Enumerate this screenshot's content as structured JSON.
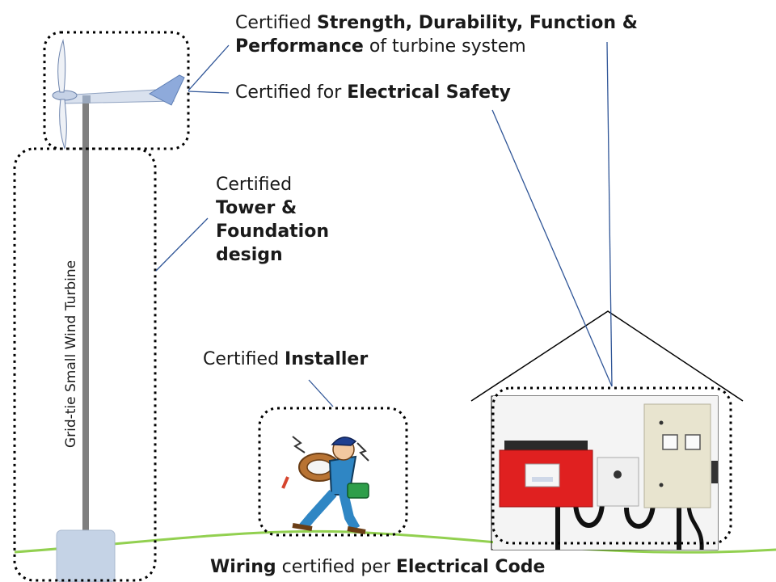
{
  "labels": {
    "strength_prefix": "Certified ",
    "strength_bold_1": "Strength, Durability, Function &",
    "strength_bold_2": "Performance",
    "strength_suffix": " of turbine system",
    "safety_prefix": "Certified for ",
    "safety_bold": "Electrical Safety",
    "tower_line_1": "Certified",
    "tower_bold_1": "Tower &",
    "tower_bold_2": "Foundation",
    "tower_bold_3": "design",
    "installer_prefix": "Certified ",
    "installer_bold": "Installer",
    "wiring_bold_1": "Wiring",
    "wiring_middle": " certified per ",
    "wiring_bold_2": "Electrical Code"
  },
  "vertical_caption": "Grid-tie Small Wind Turbine",
  "colors": {
    "leader_line": "#2f5597",
    "ground_line": "#92d050",
    "dotted_border": "#000000",
    "inverter_red": "#e02020",
    "control_box": "#e8e4cf",
    "tower_pole": "#7f7f7f",
    "turbine_tail": "#8eaadb"
  },
  "icons": [
    "wind-turbine-icon",
    "electrician-worker-icon",
    "house-roof-icon",
    "inverter-equipment-icon"
  ]
}
